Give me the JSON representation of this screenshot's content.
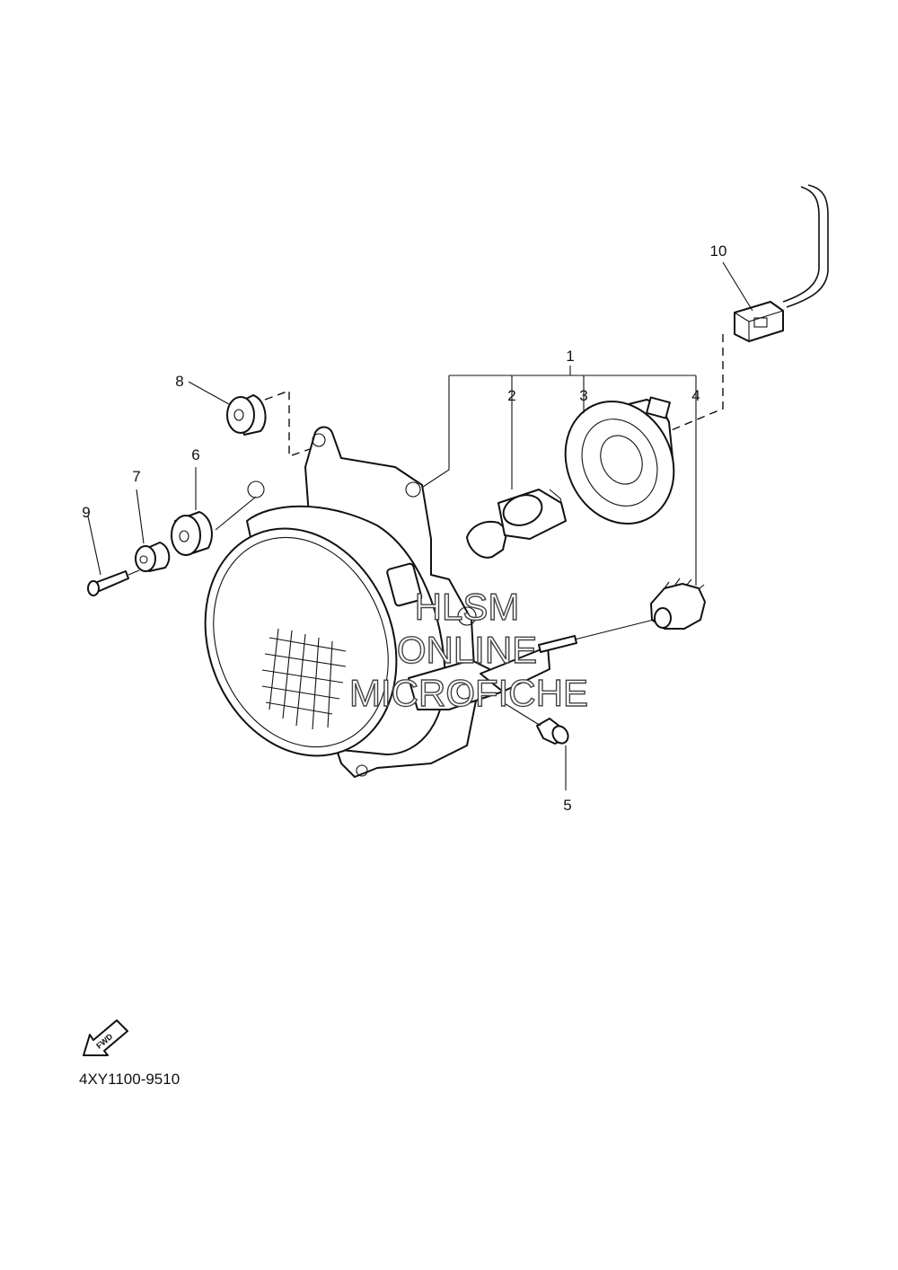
{
  "diagram": {
    "callouts": [
      {
        "id": "1",
        "text": "1"
      },
      {
        "id": "2",
        "text": "2"
      },
      {
        "id": "3",
        "text": "3"
      },
      {
        "id": "4",
        "text": "4"
      },
      {
        "id": "5",
        "text": "5"
      },
      {
        "id": "6",
        "text": "6"
      },
      {
        "id": "7",
        "text": "7"
      },
      {
        "id": "8",
        "text": "8"
      },
      {
        "id": "9",
        "text": "9"
      },
      {
        "id": "10",
        "text": "10"
      }
    ],
    "watermark": [
      "HLSM",
      "ONLINE",
      "MICROFICHE"
    ],
    "direction_label": "FWD",
    "drawing_code": "4XY1100-9510"
  }
}
